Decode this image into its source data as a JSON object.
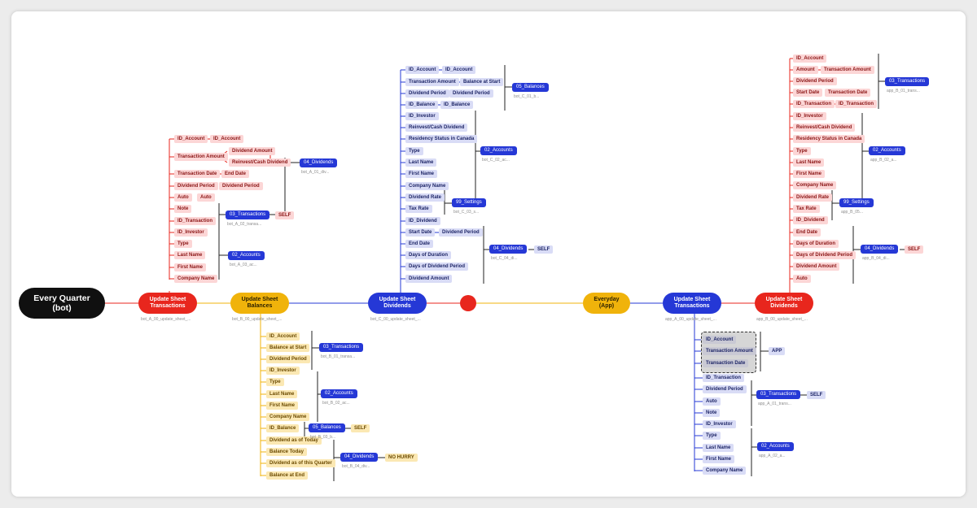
{
  "root": {
    "line1": "Every Quarter",
    "line2": "(bot)"
  },
  "stages": {
    "bA00": {
      "line1": "Update Sheet",
      "line2": "Transactions",
      "sub": "bot_A_00_update_sheet_..."
    },
    "bB00": {
      "line1": "Update Sheet",
      "line2": "Balances",
      "sub": "bot_B_00_update_sheet_..."
    },
    "bC00": {
      "line1": "Update Sheet",
      "line2": "Dividends",
      "sub": "bot_C_00_update_sheet_..."
    },
    "everyday": {
      "line1": "Everyday",
      "line2": "(App)"
    },
    "aA00": {
      "line1": "Update Sheet",
      "line2": "Transactions",
      "sub": "app_A_00_update_sheet_..."
    },
    "aB00": {
      "line1": "Update Sheet",
      "line2": "Dividends",
      "sub": "app_B_00_update_sheet_..."
    }
  },
  "colors": {
    "red": "#e8261d",
    "yellow": "#f0b30b",
    "blue": "#2538d6",
    "root": "#101010"
  },
  "labels": {
    "ID_Account": "ID_Account",
    "Transaction_Amount": "Transaction Amount",
    "Dividend_Amount": "Dividend Amount",
    "Reinvest_Cash_Dividend": "Reinvest/Cash Dividend",
    "Transaction_Date": "Transaction Date",
    "End_Date": "End Date",
    "Dividend_Period": "Dividend Period",
    "Auto": "Auto",
    "Note": "Note",
    "ID_Transaction": "ID_Transaction",
    "ID_Investor": "ID_Investor",
    "Type": "Type",
    "Last_Name": "Last Name",
    "First_Name": "First Name",
    "Company_Name": "Company Name",
    "Balance_at_Start": "Balance at Start",
    "ID_Balance": "ID_Balance",
    "Dividend_as_of_Today": "Dividend as of Today",
    "Balance_Today": "Balance Today",
    "Dividend_as_of_this_Quarter": "Dividend as of this Quarter",
    "Balance_at_End": "Balance at End",
    "Residency_Status_in_Canada": "Residency Status in Canada",
    "Dividend_Rate": "Dividend Rate",
    "Tax_Rate": "Tax Rate",
    "ID_Dividend": "ID_Dividend",
    "Start_Date": "Start Date",
    "Days_of_Duration": "Days of Duration",
    "Days_of_Dividend_Period": "Days of Dividend Period",
    "Amount": "Amount",
    "Reinvest_Cash_Dividend_B": "Reinvest/Cash Dividend"
  },
  "targets": {
    "bA01": {
      "label": "04_Dividends",
      "sub": "bot_A_01_div..."
    },
    "bA02": {
      "label": "03_Transactions",
      "sub": "bot_A_02_transa..."
    },
    "bA03": {
      "label": "02_Accounts",
      "sub": "bot_A_03_ac..."
    },
    "bB01": {
      "label": "03_Transactions",
      "sub": "bot_B_01_transa..."
    },
    "bB02": {
      "label": "02_Accounts",
      "sub": "bot_B_02_ac..."
    },
    "bB03": {
      "label": "05_Balances",
      "sub": "bot_B_03_b..."
    },
    "bB04": {
      "label": "04_Dividends",
      "sub": "bot_B_04_div..."
    },
    "bC01": {
      "label": "05_Balances",
      "sub": "bot_C_01_b..."
    },
    "bC02": {
      "label": "02_Accounts",
      "sub": "bot_C_02_ac..."
    },
    "bC03": {
      "label": "99_Settings",
      "sub": "bot_C_03_s..."
    },
    "bC04": {
      "label": "04_Dividends",
      "sub": "bot_C_04_di..."
    },
    "aA01": {
      "label": "03_Transactions",
      "sub": "app_A_01_trans..."
    },
    "aA02": {
      "label": "02_Accounts",
      "sub": "app_A_02_a..."
    },
    "aB01": {
      "label": "03_Transactions",
      "sub": "app_B_01_trans..."
    },
    "aB02": {
      "label": "02_Accounts",
      "sub": "app_B_02_a..."
    },
    "aB05": {
      "label": "99_Settings",
      "sub": "app_B_05..."
    },
    "aB04": {
      "label": "04_Dividends",
      "sub": "app_B_04_di..."
    }
  },
  "flags": {
    "self": "SELF",
    "app": "APP",
    "nohurry": "NO HURRY"
  }
}
